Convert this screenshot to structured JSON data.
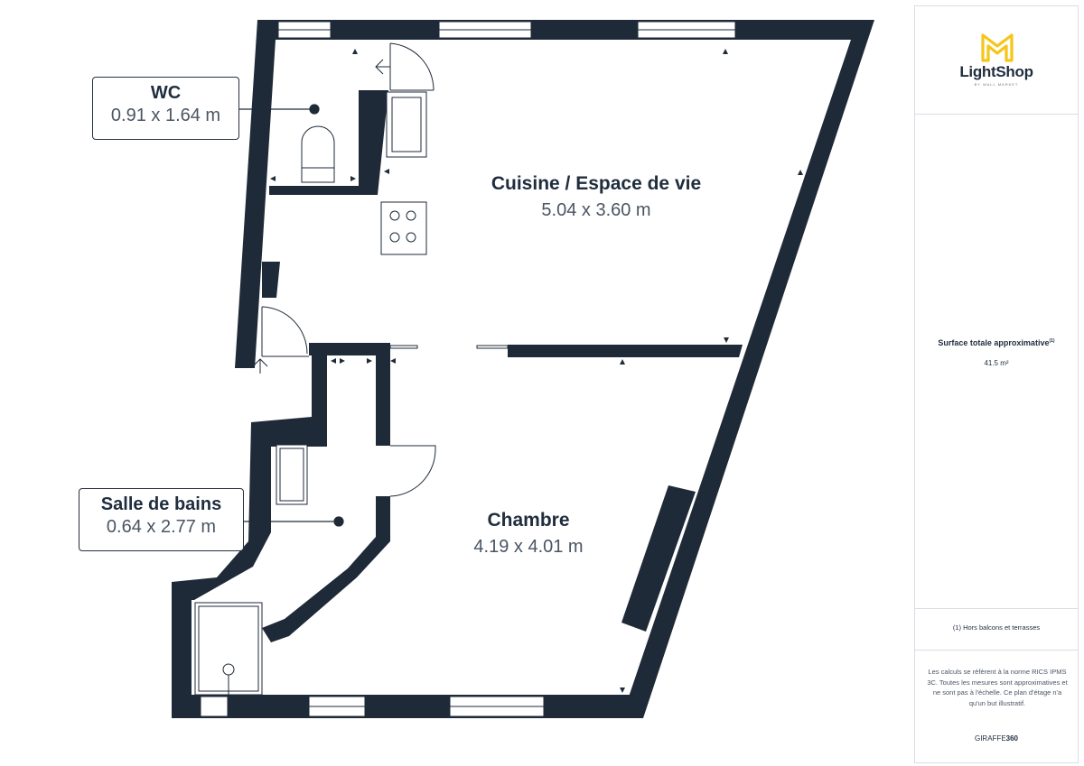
{
  "rooms": {
    "wc": {
      "name": "WC",
      "dims": "0.91 x 1.64 m"
    },
    "salle_de_bains": {
      "name": "Salle de bains",
      "dims": "0.64 x 2.77 m"
    },
    "cuisine": {
      "name": "Cuisine / Espace de vie",
      "dims": "5.04 x 3.60 m"
    },
    "chambre": {
      "name": "Chambre",
      "dims": "4.19 x 4.01 m"
    }
  },
  "sidebar": {
    "logo_name": "LightShop",
    "logo_tagline": "BY WALL MARKET",
    "surface_label": "Surface totale approximative",
    "surface_note_mark": "(1)",
    "surface_value": "41.5 m²",
    "footnote": "(1) Hors balcons et terrasses",
    "disclaimer": "Les calculs se réfèrent à la norme RICS IPMS 3C. Toutes les mesures sont approximatives et ne sont pas à l'échelle. Ce plan d'étage n'a qu'un but illustratif.",
    "brand_prefix": "GIRAFFE",
    "brand_suffix": "360"
  },
  "colors": {
    "wall": "#1f2a38",
    "text_dark": "#1f2d3d",
    "text_gray": "#4a5563",
    "logo_yellow": "#f5c518"
  },
  "icons": [
    "lightshop-logo-icon",
    "toilet-icon",
    "sink-icon",
    "cooktop-icon",
    "shower-icon",
    "door-arrow-icon"
  ]
}
